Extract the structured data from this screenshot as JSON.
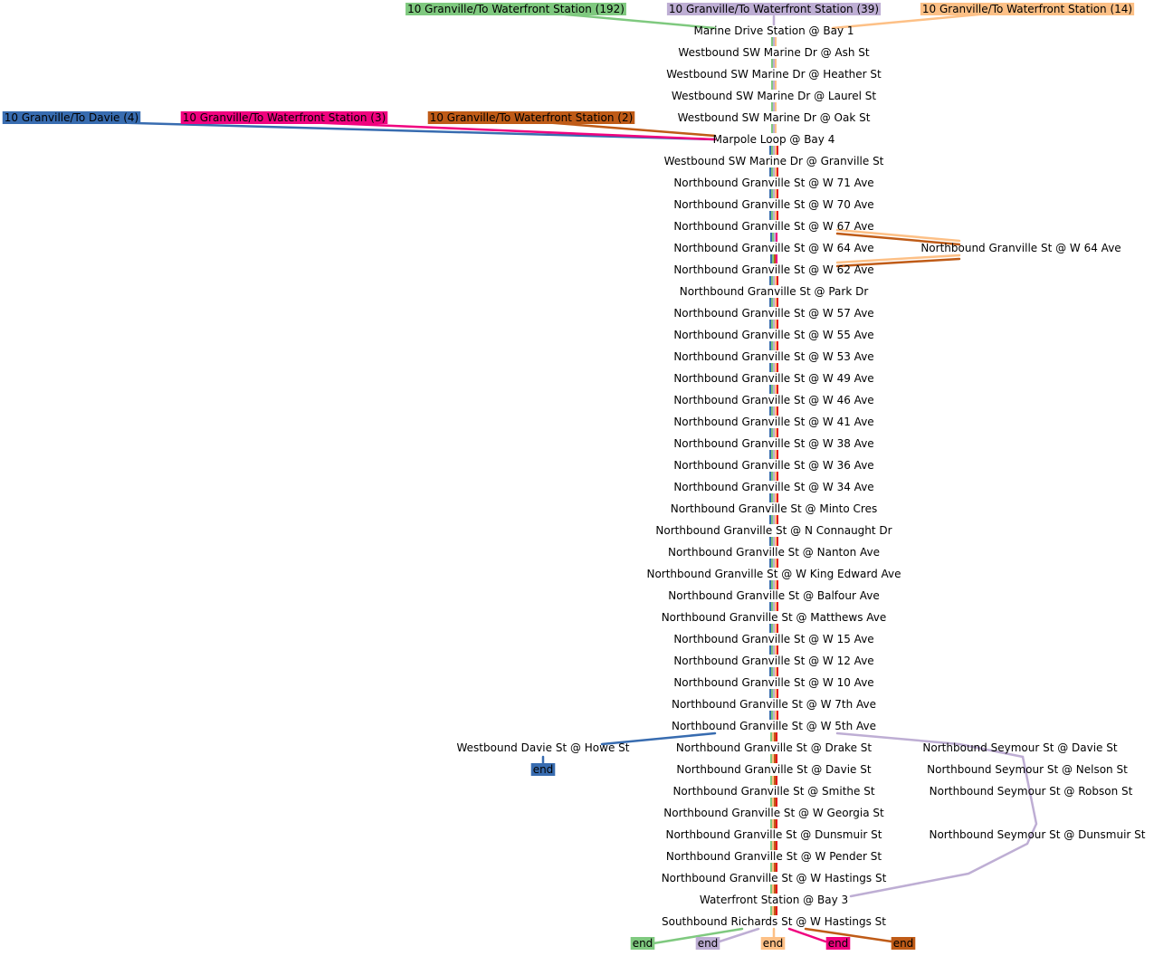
{
  "colors": {
    "green": "#7fc97f",
    "purple": "#beaed4",
    "peach": "#fdc086",
    "blue": "#386cb0",
    "magenta": "#f0027f",
    "orange": "#bf5b17",
    "red": "#e31a1c"
  },
  "routes": [
    {
      "name": "10 Granville/To Waterfront Station (192)",
      "color": "#7fc97f"
    },
    {
      "name": "10 Granville/To Waterfront Station (39)",
      "color": "#beaed4"
    },
    {
      "name": "10 Granville/To Waterfront Station (14)",
      "color": "#fdc086"
    },
    {
      "name": "10 Granville/To Davie (4)",
      "color": "#386cb0"
    },
    {
      "name": "10 Granville/To Waterfront Station (3)",
      "color": "#f0027f"
    },
    {
      "name": "10 Granville/To Waterfront Station (2)",
      "color": "#bf5b17"
    }
  ],
  "stops": [
    "Marine Drive Station @ Bay 1",
    "Westbound SW Marine Dr @ Ash St",
    "Westbound SW Marine Dr @ Heather St",
    "Westbound SW Marine Dr @ Laurel St",
    "Westbound SW Marine Dr @ Oak St",
    "Marpole Loop @ Bay 4",
    "Westbound SW Marine Dr @ Granville St",
    "Northbound Granville St @ W 71 Ave",
    "Northbound Granville St @ W 70 Ave",
    "Northbound Granville St @ W 67 Ave",
    "Northbound Granville St @ W 64 Ave",
    "Northbound Granville St @ W 62 Ave",
    "Northbound Granville St @ Park Dr",
    "Northbound Granville St @ W 57 Ave",
    "Northbound Granville St @ W 55 Ave",
    "Northbound Granville St @ W 53 Ave",
    "Northbound Granville St @ W 49 Ave",
    "Northbound Granville St @ W 46 Ave",
    "Northbound Granville St @ W 41 Ave",
    "Northbound Granville St @ W 38 Ave",
    "Northbound Granville St @ W 36 Ave",
    "Northbound Granville St @ W 34 Ave",
    "Northbound Granville St @ Minto Cres",
    "Northbound Granville St @ N Connaught Dr",
    "Northbound Granville St @ Nanton Ave",
    "Northbound Granville St @ W King Edward Ave",
    "Northbound Granville St @ Balfour Ave",
    "Northbound Granville St @ Matthews Ave",
    "Northbound Granville St @ W 15 Ave",
    "Northbound Granville St @ W 12 Ave",
    "Northbound Granville St @ W 10 Ave",
    "Northbound Granville St @ W 7th Ave",
    "Northbound Granville St @ W 5th Ave",
    "Northbound Granville St @ Drake St",
    "Northbound Granville St @ Davie St",
    "Northbound Granville St @ Smithe St",
    "Northbound Granville St @ W Georgia St",
    "Northbound Granville St @ Dunsmuir St",
    "Northbound Granville St @ W Pender St",
    "Northbound Granville St @ W Hastings St",
    "Waterfront Station @ Bay 3",
    "Southbound Richards St @ W Hastings St"
  ],
  "branch_stops": {
    "w64": "Northbound Granville St @ W 64 Ave",
    "davie_howe": "Westbound Davie St @ Howe St",
    "seymour": [
      "Northbound Seymour St @ Davie St",
      "Northbound Seymour St @ Nelson St",
      "Northbound Seymour St @ Robson St",
      "Northbound Seymour St @ Dunsmuir St"
    ]
  },
  "end_label": "end"
}
